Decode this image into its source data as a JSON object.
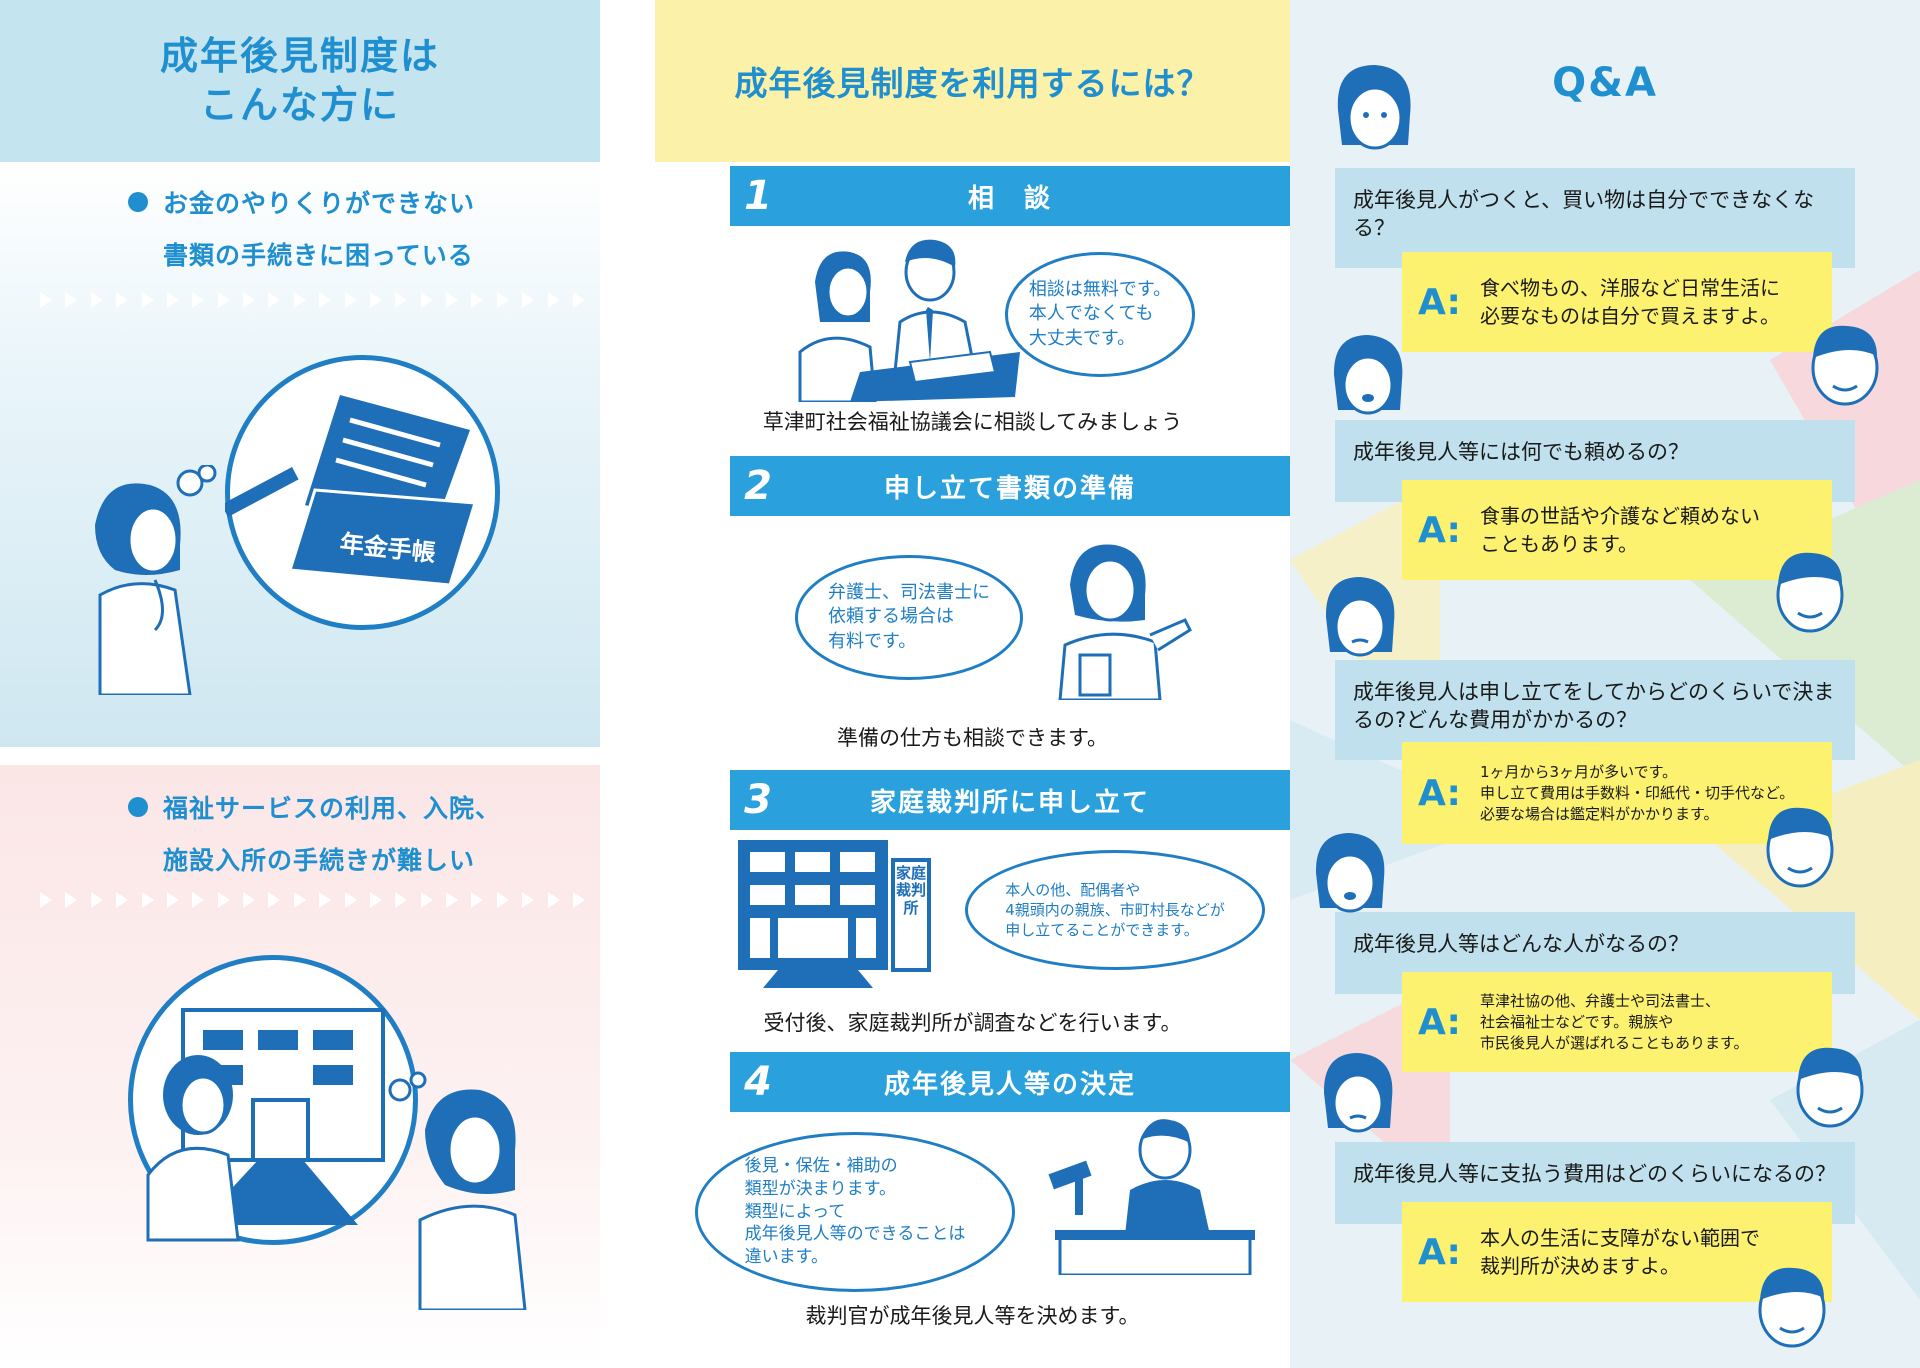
{
  "left": {
    "title": "成年後見制度は\nこんな方に",
    "case1": {
      "line1": "お金のやりくりができない",
      "line2": "書類の手続きに困っている",
      "booklet_label": "年金手帳"
    },
    "case2": {
      "line1": "福祉サービスの利用、入院、",
      "line2": "施設入所の手続きが難しい"
    }
  },
  "middle": {
    "title": "成年後見制度を利用するには？",
    "steps": [
      {
        "num": "1",
        "label": "相　談",
        "bubble": "相談は無料です。\n本人でなくても\n大丈夫です。",
        "caption": "草津町社会福祉協議会に相談してみましょう"
      },
      {
        "num": "2",
        "label": "申し立て書類の準備",
        "bubble": "弁護士、司法書士に\n依頼する場合は\n有料です。",
        "caption": "準備の仕方も相談できます。"
      },
      {
        "num": "3",
        "label": "家庭裁判所に申し立て",
        "bubble": "本人の他、配偶者や\n4親頭内の親族、市町村長などが\n申し立てることができます。",
        "caption": "受付後、家庭裁判所が調査などを行います。",
        "court_sign": "家庭裁判所"
      },
      {
        "num": "4",
        "label": "成年後見人等の決定",
        "bubble": "後見・保佐・補助の\n類型が決まります。\n類型によって\n成年後見人等のできることは\n違います。",
        "caption": "裁判官が成年後見人等を決めます。"
      }
    ]
  },
  "right": {
    "title": "Q&A",
    "a_mark": "A:",
    "items": [
      {
        "q": "成年後見人がつくと、買い物は自分でできなくなる？",
        "a": "食べ物もの、洋服など日常生活に\n必要なものは自分で買えますよ。"
      },
      {
        "q": "成年後見人等には何でも頼めるの？",
        "a": "食事の世話や介護など頼めない\nこともあります。"
      },
      {
        "q": "成年後見人は申し立てをしてからどのくらいで決まるの?どんな費用がかかるの？",
        "a": "1ヶ月から3ヶ月が多いです。\n申し立て費用は手数料・印紙代・切手代など。\n必要な場合は鑑定料がかかります。"
      },
      {
        "q": "成年後見人等はどんな人がなるの？",
        "a": "草津社協の他、弁護士や司法書士、\n社会福祉士などです。親族や\n市民後見人が選ばれることもあります。"
      },
      {
        "q": "成年後見人等に支払う費用はどのくらいになるの？",
        "a": "本人の生活に支障がない範囲で\n裁判所が決めますよ。"
      }
    ]
  },
  "colors": {
    "accent_blue": "#1f8fd0",
    "bar_blue": "#2aa0dc",
    "yellow": "#fdf170",
    "light_blue": "#bfe0ec",
    "pink": "#fbe6e6"
  }
}
